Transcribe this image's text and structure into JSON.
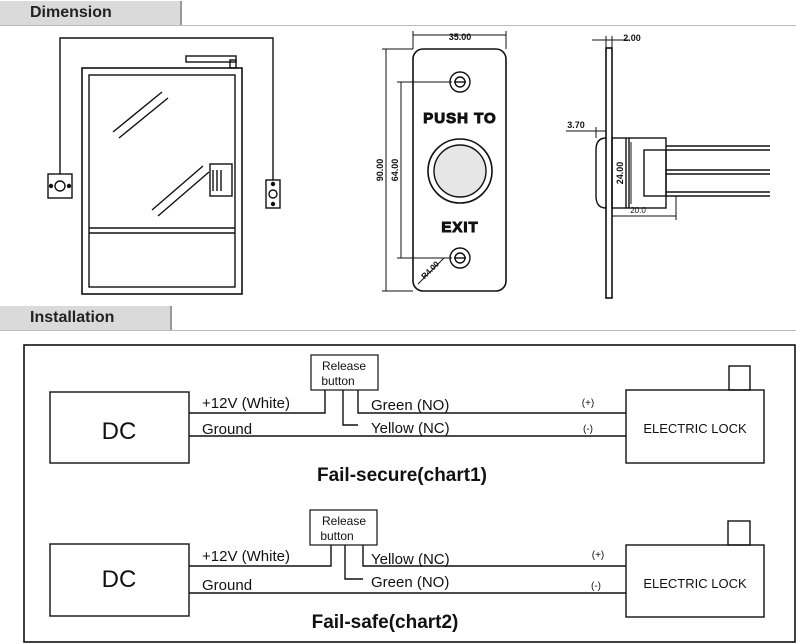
{
  "sections": {
    "dimension": "Dimension",
    "installation": "Installation"
  },
  "dimension": {
    "front": {
      "width": "35.00",
      "height_outer": "90.00",
      "height_inner": "64.00",
      "radius": "R4.00",
      "push_label": "PUSH TO",
      "exit_label": "EXIT"
    },
    "side": {
      "thickness": "2.00",
      "offset": "3.70",
      "diameter": "24.00",
      "depth": "20.0"
    }
  },
  "charts": [
    {
      "title": "Fail-secure(chart1)",
      "dc": "DC",
      "lock": "ELECTRIC LOCK",
      "release": [
        "Release",
        "button"
      ],
      "supply": "+12V (White)",
      "ground": "Ground",
      "wire_top": "Green (NO)",
      "wire_bottom": "Yellow (NC)",
      "pol_top": "(+)",
      "pol_bottom": "(-)"
    },
    {
      "title": "Fail-safe(chart2)",
      "dc": "DC",
      "lock": "ELECTRIC LOCK",
      "release": [
        "Release",
        "button"
      ],
      "supply": "+12V (White)",
      "ground": "Ground",
      "wire_top": "Yellow (NC)",
      "wire_bottom": "Green (NO)",
      "pol_top": "(+)",
      "pol_bottom": "(-)"
    }
  ]
}
